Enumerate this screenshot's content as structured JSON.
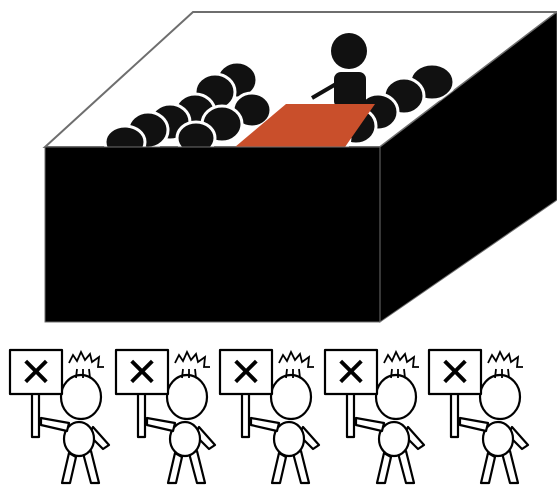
{
  "illustration": {
    "subject": "",
    "colors": {
      "background": "#ffffff",
      "box_front": "#000000",
      "box_side": "#000000",
      "box_top": "#ffffff",
      "box_outline": "#6e6e6e",
      "crowd": "#111111",
      "podium": "#c94f2b",
      "protester_line": "#000000",
      "protester_fill": "#ffffff"
    },
    "icons": [
      "closed-meeting-box",
      "protester-figure",
      "x-sign-icon",
      "anger-lines-icon"
    ]
  },
  "protesters": [
    {
      "id": 1,
      "sign": "✕"
    },
    {
      "id": 2,
      "sign": "✕"
    },
    {
      "id": 3,
      "sign": "✕"
    },
    {
      "id": 4,
      "sign": "✕"
    },
    {
      "id": 5,
      "sign": "✕"
    }
  ]
}
